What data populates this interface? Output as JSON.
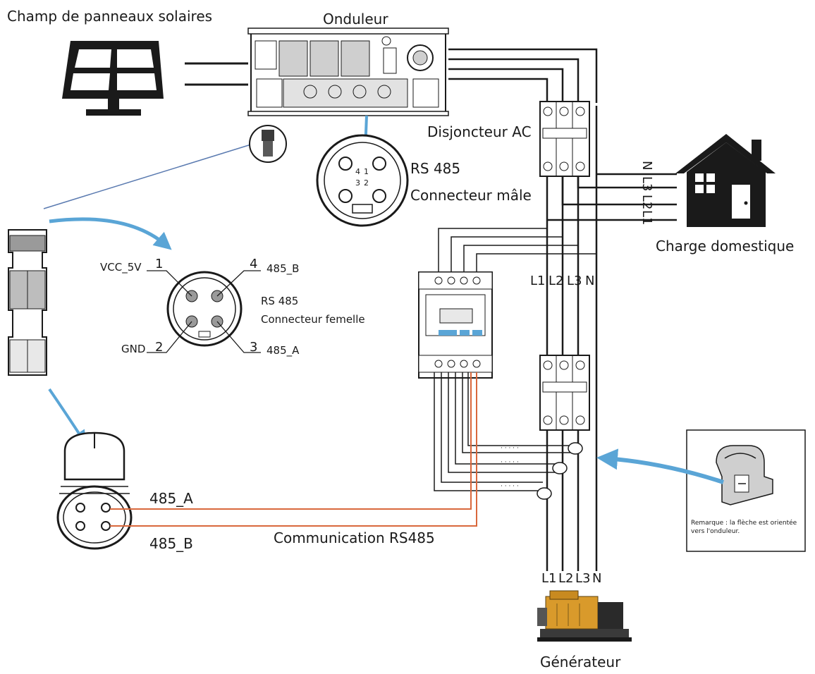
{
  "labels": {
    "solar_field": "Champ de panneaux solaires",
    "inverter": "Onduleur",
    "ac_breaker": "Disjoncteur AC",
    "rs485_male_title": "RS 485",
    "rs485_male_sub": "Connecteur mâle",
    "household_load": "Charge domestique",
    "house_phases": [
      "N",
      "L3",
      "L2",
      "L1"
    ],
    "bus_phases_top": [
      "L1",
      "L2",
      "L3",
      "N"
    ],
    "bus_phases_bottom": [
      "L1",
      "L2",
      "L3",
      "N"
    ],
    "female_title": "RS 485",
    "female_sub": "Connecteur femelle",
    "pin_vcc": "VCC_5V",
    "pin_gnd": "GND",
    "pin_b": "485_B",
    "pin_a": "485_A",
    "pin_numbers": [
      "1",
      "2",
      "3",
      "4"
    ],
    "male_pin_numbers": [
      "4",
      "1",
      "3",
      "2"
    ],
    "line_a": "485_A",
    "line_b": "485_B",
    "communication": "Communication RS485",
    "generator": "Générateur",
    "ct_note_line1": "Remarque : la flèche est orientée",
    "ct_note_line2": "vers l'onduleur."
  },
  "colors": {
    "line": "#1a1a1a",
    "arrow": "#5aa5d6",
    "comm": "#d9683c"
  }
}
